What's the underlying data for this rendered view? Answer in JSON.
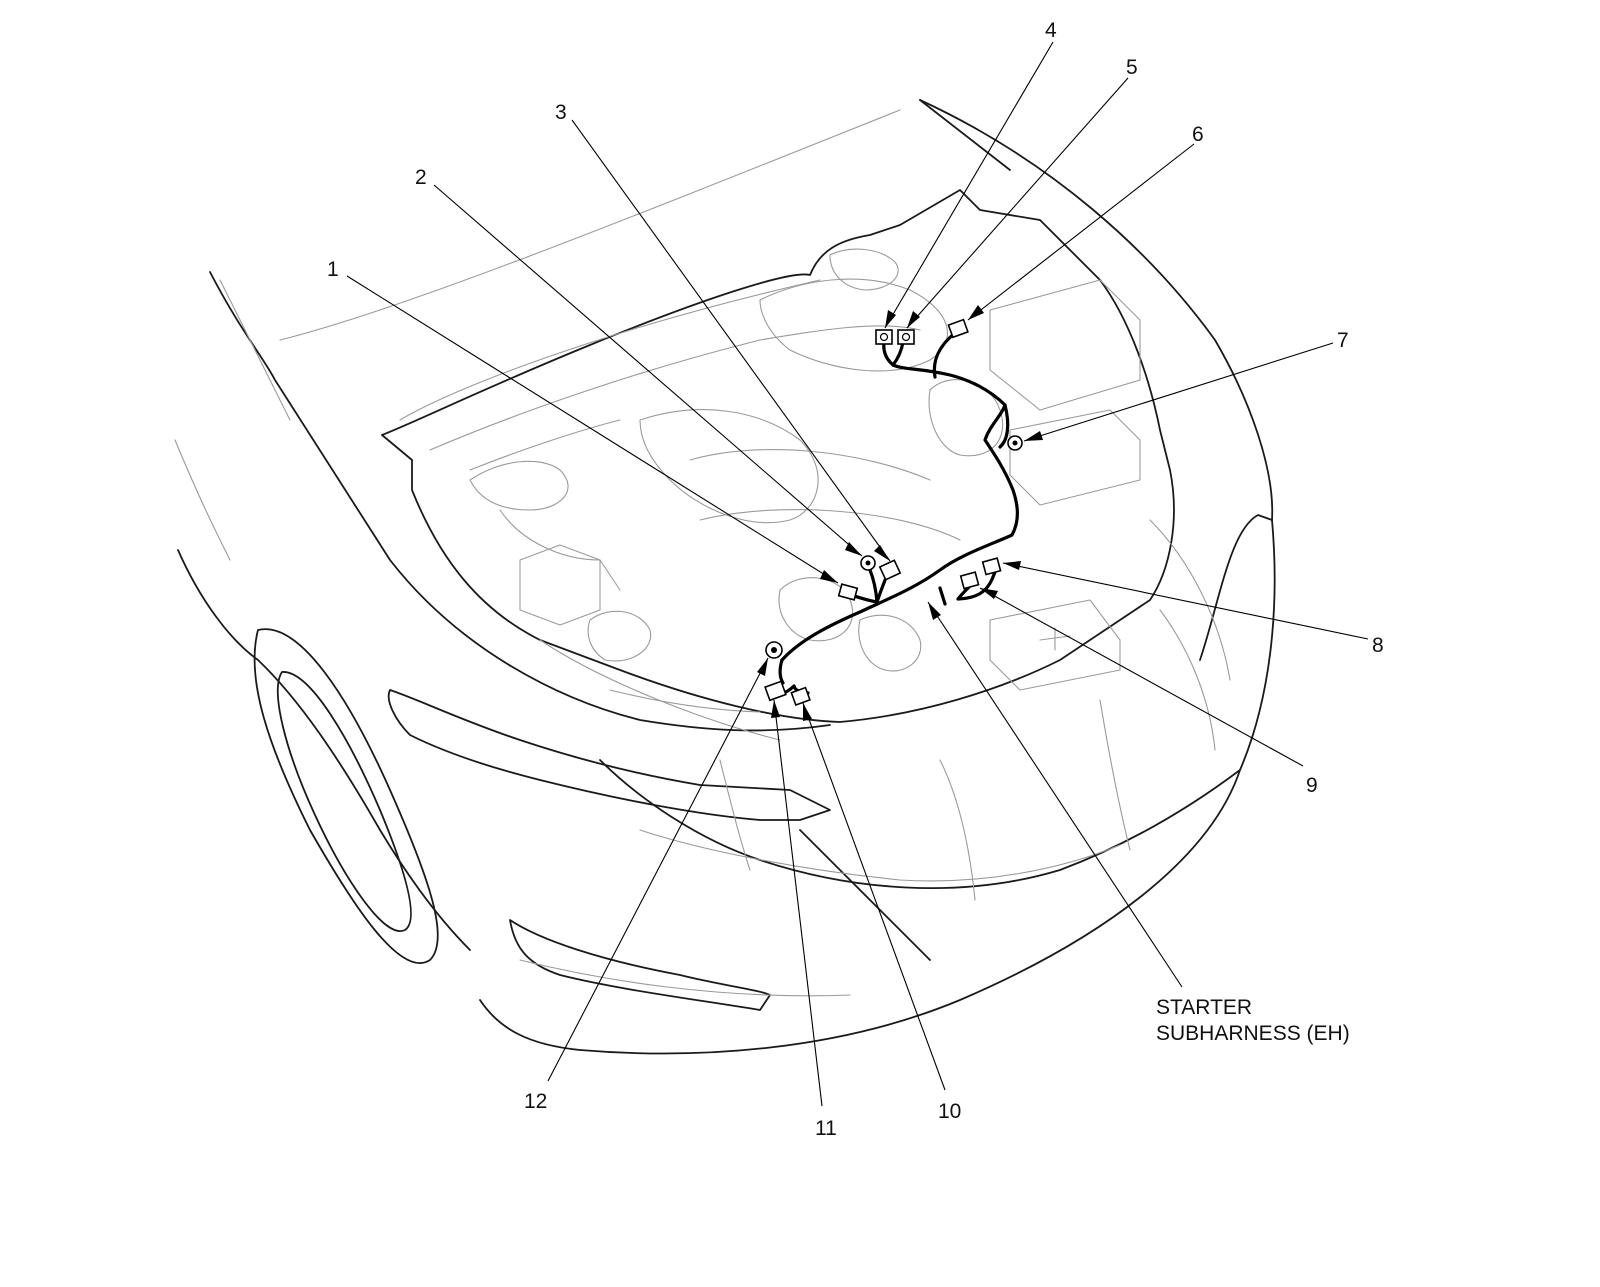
{
  "callouts": [
    {
      "id": "1",
      "label": "1"
    },
    {
      "id": "2",
      "label": "2"
    },
    {
      "id": "3",
      "label": "3"
    },
    {
      "id": "4",
      "label": "4"
    },
    {
      "id": "5",
      "label": "5"
    },
    {
      "id": "6",
      "label": "6"
    },
    {
      "id": "7",
      "label": "7"
    },
    {
      "id": "8",
      "label": "8"
    },
    {
      "id": "9",
      "label": "9"
    },
    {
      "id": "10",
      "label": "10"
    },
    {
      "id": "11",
      "label": "11"
    },
    {
      "id": "12",
      "label": "12"
    }
  ],
  "harness_label": {
    "line1": "STARTER",
    "line2": "SUBHARNESS (EH)"
  }
}
